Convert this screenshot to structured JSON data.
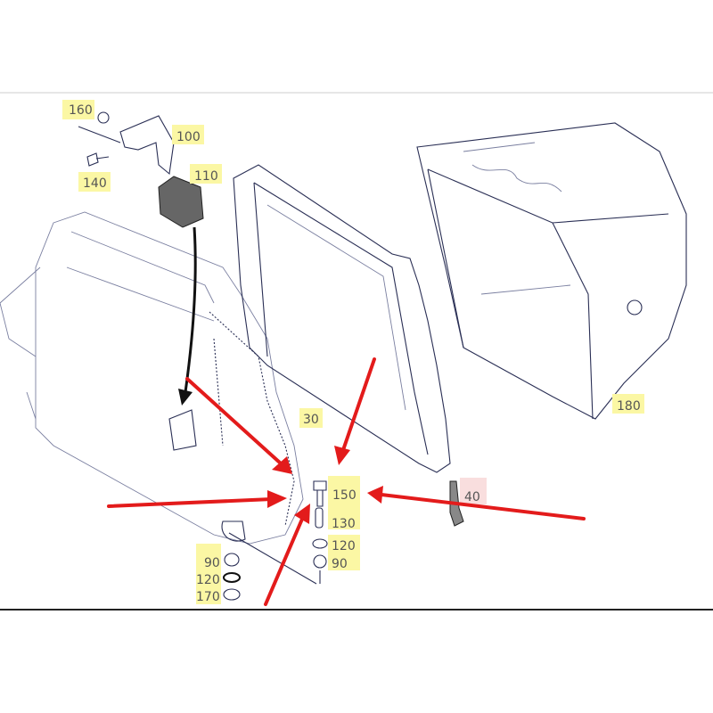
{
  "diagram": {
    "labels": {
      "p160": "160",
      "p100": "100",
      "p140": "140",
      "p110": "110",
      "p30": "30",
      "p180": "180",
      "p150": "150",
      "p40": "40",
      "p130": "130",
      "p120a": "120",
      "p90a": "90",
      "p90b": "90",
      "p120b": "120",
      "p170": "170"
    },
    "colors": {
      "highlight": "#fbf7a4",
      "highlight_alt": "#f9dede",
      "arrow": "#e31b1b",
      "line_art": "#2a2f55"
    }
  }
}
